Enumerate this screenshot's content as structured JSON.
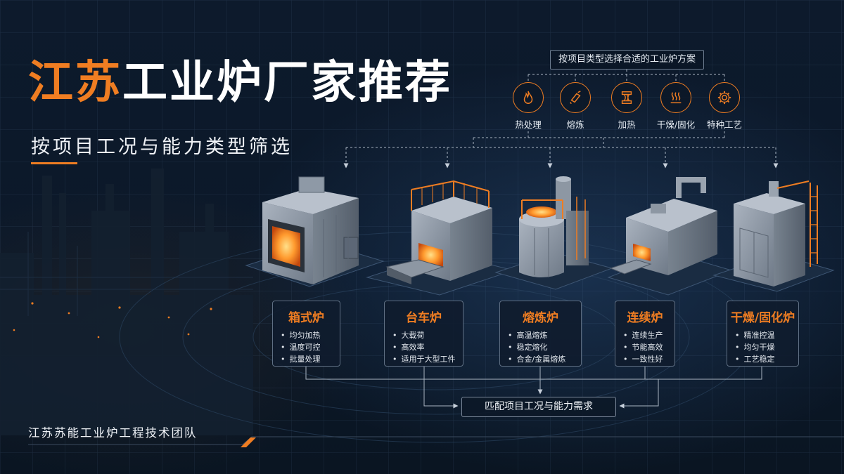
{
  "header": {
    "title_highlight": "江苏",
    "title_rest": "工业炉厂家推荐",
    "subtitle": "按项目工况与能力类型筛选"
  },
  "selector": {
    "label": "按项目类型选择合适的工业炉方案",
    "categories": [
      {
        "label": "热处理",
        "icon": "flame-icon"
      },
      {
        "label": "熔炼",
        "icon": "ladle-pour-icon"
      },
      {
        "label": "加热",
        "icon": "heating-coil-icon"
      },
      {
        "label": "干燥/固化",
        "icon": "heat-waves-icon"
      },
      {
        "label": "特种工艺",
        "icon": "gear-icon"
      }
    ]
  },
  "furnaces": [
    {
      "name": "箱式炉",
      "features": [
        "均匀加热",
        "温度可控",
        "批量处理"
      ]
    },
    {
      "name": "台车炉",
      "features": [
        "大载荷",
        "高效率",
        "适用于大型工件"
      ]
    },
    {
      "name": "熔炼炉",
      "features": [
        "高温熔炼",
        "稳定熔化",
        "合金/金属熔炼"
      ]
    },
    {
      "name": "连续炉",
      "features": [
        "连续生产",
        "节能高效",
        "一致性好"
      ]
    },
    {
      "name": "干燥/固化炉",
      "features": [
        "精准控温",
        "均匀干燥",
        "工艺稳定"
      ]
    }
  ],
  "result": {
    "label": "匹配项目工况与能力需求"
  },
  "footer": {
    "team": "江苏苏能工业炉工程技术团队"
  },
  "colors": {
    "accent": "#ef7d22",
    "background": "#0b1626",
    "text": "#ffffff"
  }
}
